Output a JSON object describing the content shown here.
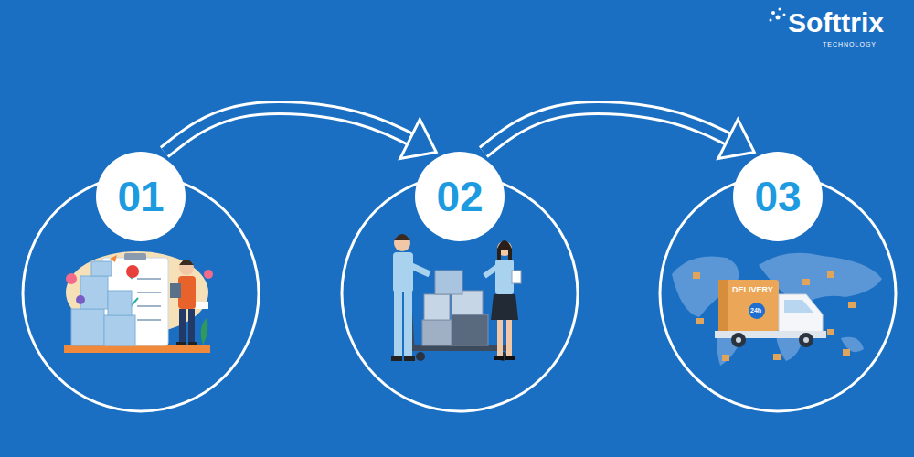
{
  "diagram": {
    "nodes": [
      {
        "text": [
          "01"
        ]
      },
      {
        "text": [
          "02"
        ]
      },
      {
        "text": [
          "03"
        ]
      }
    ],
    "edges": [
      {
        "from": 0,
        "to": 1,
        "arrow": "to"
      },
      {
        "from": 1,
        "to": 2,
        "arrow": "to"
      }
    ],
    "labels": [
      "Softtrix",
      "TECHNOLOGY",
      "DELIVERY",
      "24h"
    ]
  }
}
